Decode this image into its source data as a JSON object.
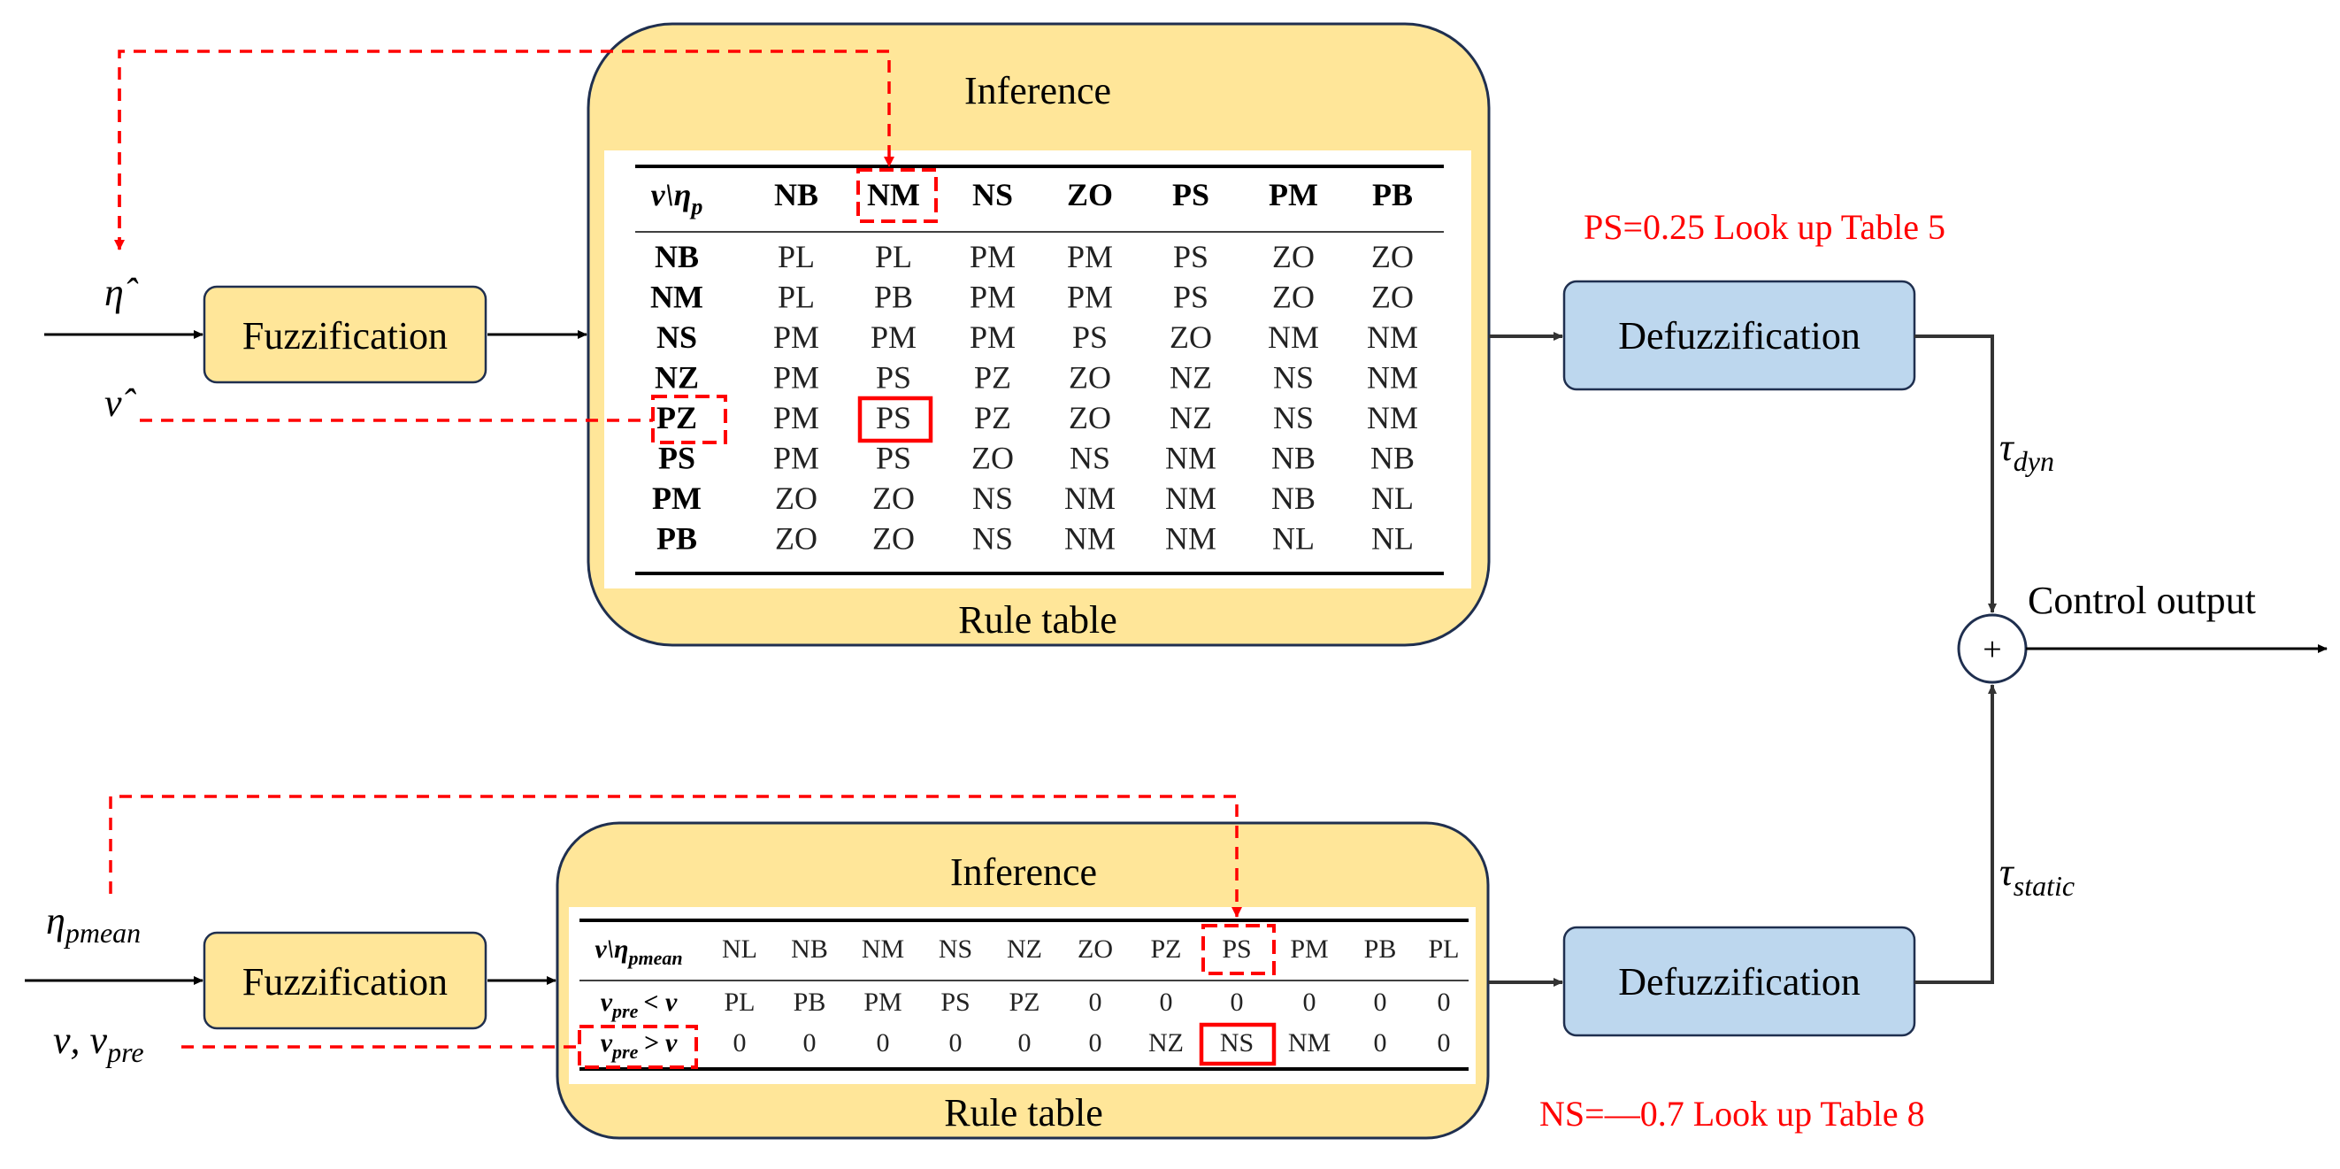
{
  "upper": {
    "input_eta": "η̂",
    "input_nu": "ν̂",
    "fuzzification": "Fuzzification",
    "inference_title": "Inference",
    "rule_table_label": "Rule table",
    "defuzzification": "Defuzzification",
    "note": "PS=0.25 Look up Table 5",
    "output_var": "τ",
    "output_sub": "dyn",
    "table": {
      "corner_main": "ν\\η",
      "corner_sub": "p",
      "columns": [
        "NB",
        "NM",
        "NS",
        "ZO",
        "PS",
        "PM",
        "PB"
      ],
      "rows": [
        {
          "label": "NB",
          "cells": [
            "PL",
            "PL",
            "PM",
            "PM",
            "PS",
            "ZO",
            "ZO"
          ]
        },
        {
          "label": "NM",
          "cells": [
            "PL",
            "PB",
            "PM",
            "PM",
            "PS",
            "ZO",
            "ZO"
          ]
        },
        {
          "label": "NS",
          "cells": [
            "PM",
            "PM",
            "PM",
            "PS",
            "ZO",
            "NM",
            "NM"
          ]
        },
        {
          "label": "NZ",
          "cells": [
            "PM",
            "PS",
            "PZ",
            "ZO",
            "NZ",
            "NS",
            "NM"
          ]
        },
        {
          "label": "PZ",
          "cells": [
            "PM",
            "PS",
            "PZ",
            "ZO",
            "NZ",
            "NS",
            "NM"
          ]
        },
        {
          "label": "PS",
          "cells": [
            "PM",
            "PS",
            "ZO",
            "NS",
            "NM",
            "NB",
            "NB"
          ]
        },
        {
          "label": "PM",
          "cells": [
            "ZO",
            "ZO",
            "NS",
            "NM",
            "NM",
            "NB",
            "NL"
          ]
        },
        {
          "label": "PB",
          "cells": [
            "ZO",
            "ZO",
            "NS",
            "NM",
            "NM",
            "NL",
            "NL"
          ]
        }
      ]
    }
  },
  "lower": {
    "input_eta_main": "η",
    "input_eta_sub": "pmean",
    "input_nu": "ν, ν",
    "input_nu_sub": "pre",
    "fuzzification": "Fuzzification",
    "inference_title": "Inference",
    "rule_table_label": "Rule table",
    "defuzzification": "Defuzzification",
    "note": "NS=—0.7 Look up Table 8",
    "output_var": "τ",
    "output_sub": "static",
    "table": {
      "corner_main": "ν\\η",
      "corner_sub": "pmean",
      "columns": [
        "NL",
        "NB",
        "NM",
        "NS",
        "NZ",
        "ZO",
        "PZ",
        "PS",
        "PM",
        "PB",
        "PL"
      ],
      "rows": [
        {
          "label_main1": "ν",
          "label_sub": "pre",
          "label_main2": "< ν",
          "cells": [
            "PL",
            "PB",
            "PM",
            "PS",
            "PZ",
            "0",
            "0",
            "0",
            "0",
            "0",
            "0"
          ]
        },
        {
          "label_main1": "ν",
          "label_sub": "pre",
          "label_main2": "> ν",
          "cells": [
            "0",
            "0",
            "0",
            "0",
            "0",
            "0",
            "NZ",
            "NS",
            "NM",
            "0",
            "0"
          ]
        }
      ]
    }
  },
  "summing_junction": "+",
  "output_label": "Control output",
  "colors": {
    "inference_fill": "#FFE699",
    "fuzz_fill": "#FFE699",
    "defuzz_fill": "#BDD7EE",
    "highlight": "#ff0000",
    "border": "#1f2f4f"
  }
}
